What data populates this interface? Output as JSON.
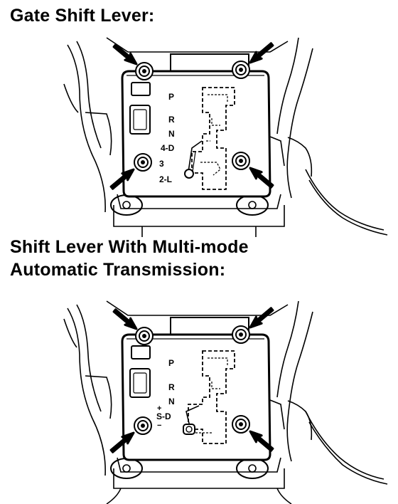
{
  "section1": {
    "title": "Gate Shift Lever:",
    "positions": [
      "P",
      "R",
      "N",
      "4-D",
      "3",
      "2-L"
    ]
  },
  "section2": {
    "title_line1": "Shift Lever With Multi-mode",
    "title_line2": "Automatic Transmission:",
    "positions": [
      "P",
      "R",
      "N",
      "S-D"
    ],
    "mode_plus": "+",
    "mode_minus": "−"
  }
}
